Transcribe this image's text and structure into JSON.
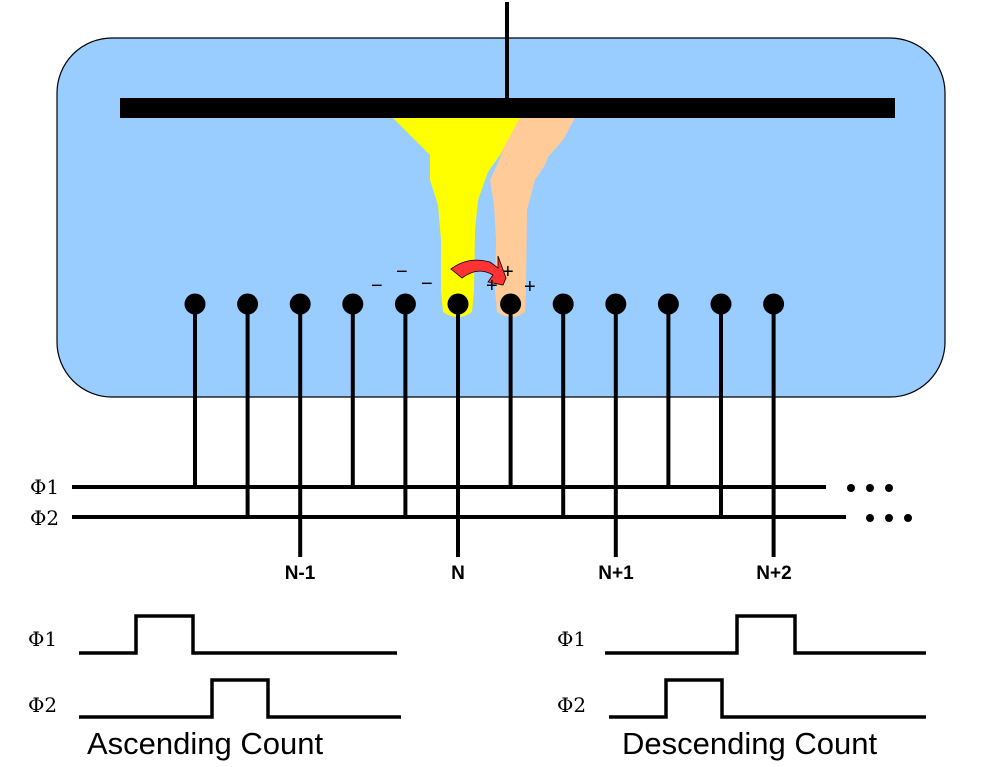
{
  "diagram": {
    "title": "Two-phase charge-transfer counting electrode array",
    "colors": {
      "chamber_fill": "#99ccff",
      "outline": "#000000",
      "negative_region": "#ffff00",
      "positive_region": "#ffcc99",
      "transfer_arrow": "#ff3333"
    },
    "charges": {
      "negative_symbol": "−",
      "positive_symbol": "+"
    },
    "bus_labels": {
      "phi1": "Φ1",
      "phi2": "Φ2",
      "continuation": "• • •"
    },
    "electrodes": [
      {
        "index": 0,
        "connection": "phi1"
      },
      {
        "index": 1,
        "connection": "phi2"
      },
      {
        "index": 2,
        "connection": "output",
        "label": "N-1"
      },
      {
        "index": 3,
        "connection": "phi1"
      },
      {
        "index": 4,
        "connection": "phi2"
      },
      {
        "index": 5,
        "connection": "output",
        "label": "N"
      },
      {
        "index": 6,
        "connection": "phi1"
      },
      {
        "index": 7,
        "connection": "phi2"
      },
      {
        "index": 8,
        "connection": "output",
        "label": "N+1"
      },
      {
        "index": 9,
        "connection": "phi1"
      },
      {
        "index": 10,
        "connection": "phi2"
      },
      {
        "index": 11,
        "connection": "output",
        "label": "N+2"
      }
    ],
    "output_labels": [
      "N-1",
      "N",
      "N+1",
      "N+2"
    ],
    "timing": {
      "ascending": {
        "caption": "Ascending Count",
        "phi1_label": "Φ1",
        "phi2_label": "Φ2",
        "order": "Φ1 pulses before Φ2"
      },
      "descending": {
        "caption": "Descending Count",
        "phi1_label": "Φ1",
        "phi2_label": "Φ2",
        "order": "Φ2 pulses before Φ1"
      }
    }
  }
}
